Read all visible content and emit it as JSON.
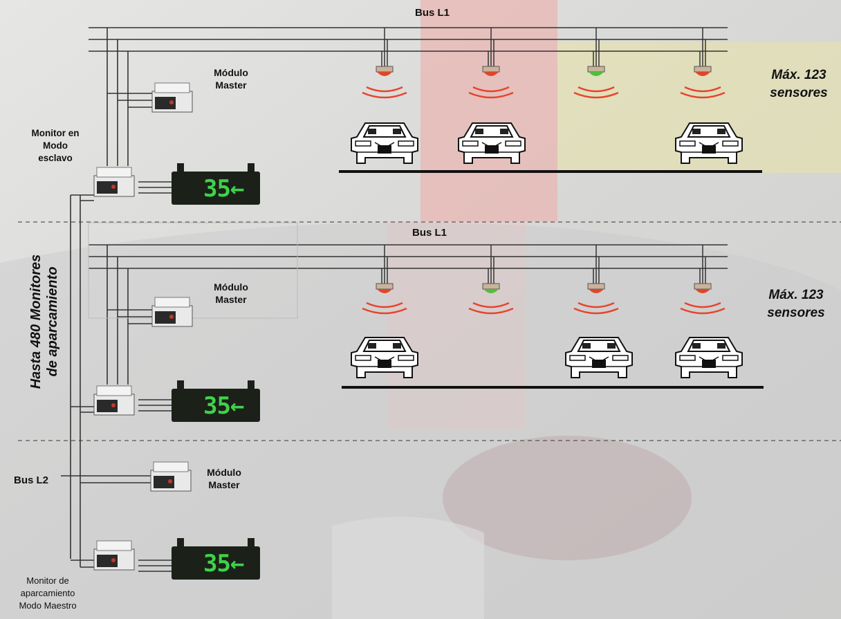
{
  "labels": {
    "bus_l1_top": "Bus L1",
    "bus_l1_mid": "Bus L1",
    "bus_l2": "Bus L2",
    "module_master_1": [
      "Módulo",
      "Master"
    ],
    "module_master_2": [
      "Módulo",
      "Master"
    ],
    "module_master_3": [
      "Módulo",
      "Master"
    ],
    "monitor_slave": [
      "Monitor en",
      "Modo",
      "esclavo"
    ],
    "monitor_master": [
      "Monitor de",
      "aparcamiento",
      "Modo Maestro"
    ],
    "max_sensors_1": [
      "Máx. 123",
      "sensores"
    ],
    "max_sensors_2": [
      "Máx. 123",
      "sensores"
    ],
    "vertical_label": [
      "Hasta 480 Monitores",
      "de  aparcamiento"
    ]
  },
  "displays": [
    {
      "name": "display-1",
      "value": "35",
      "arrow": "←"
    },
    {
      "name": "display-2",
      "value": "35",
      "arrow": "←"
    },
    {
      "name": "display-3",
      "value": "35",
      "arrow": "←"
    }
  ],
  "sensors": {
    "row1": [
      "red",
      "red",
      "green",
      "red"
    ],
    "row2": [
      "red",
      "green",
      "red",
      "red"
    ]
  },
  "colors": {
    "sensor_red": "#e0452a",
    "sensor_green": "#4fbf3a",
    "wave": "#e8432c",
    "display_digits": "#3fd24a",
    "background_pillar": "#e8b7b3"
  },
  "icons": [
    "car-icon",
    "sensor-icon",
    "module-device-icon",
    "led-display-icon",
    "arrow-left-icon"
  ]
}
